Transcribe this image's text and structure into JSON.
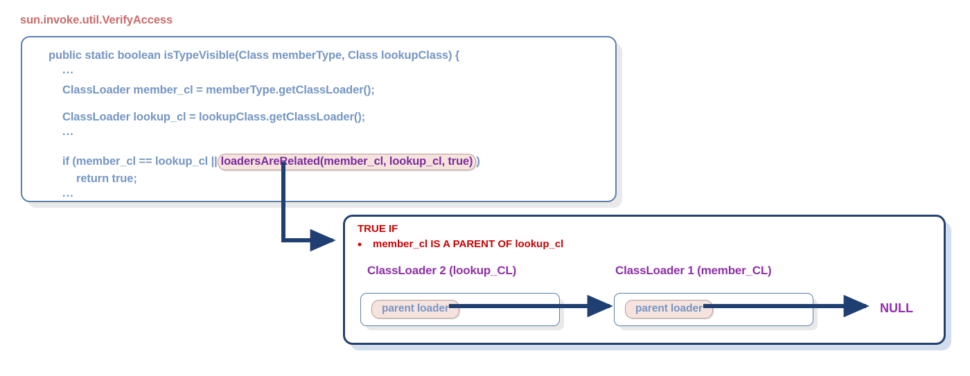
{
  "diagram": {
    "title": "sun.invoke.util.VerifyAccess",
    "colors": {
      "title": "#cc6b6b",
      "code_text": "#7596c4",
      "highlight_text": "#7b2c9e",
      "highlight_bg": "#f6e3de",
      "panel_border": "#5b7fae",
      "detail_border": "#24406f",
      "red": "#cc0000",
      "purple": "#8e2fa8",
      "arrow": "#1f3f73"
    },
    "code_panel": {
      "lines": [
        {
          "id": "signature",
          "indent": 0,
          "text": "public static boolean isTypeVisible(Class memberType, Class lookupClass) {"
        },
        {
          "id": "ellipsis-1",
          "indent": 1,
          "text": "..."
        },
        {
          "id": "member-cl",
          "indent": 1,
          "text": "ClassLoader member_cl = memberType.getClassLoader();"
        },
        {
          "id": "lookup-cl",
          "indent": 1,
          "text": "ClassLoader lookup_cl = lookupClass.getClassLoader();"
        },
        {
          "id": "ellipsis-2",
          "indent": 1,
          "text": "..."
        },
        {
          "id": "ellipsis-3",
          "indent": 1,
          "text": "..."
        }
      ],
      "if_statement": {
        "prefix": "if (member_cl == lookup_cl ||",
        "highlight": "loadersAreRelated(member_cl, lookup_cl, true)",
        "suffix": ")",
        "body": "return true;"
      }
    },
    "detail_panel": {
      "heading": "TRUE IF",
      "bullet": "member_cl IS A PARENT OF lookup_cl",
      "loaders": [
        {
          "label": "ClassLoader 2 (lookup_CL)",
          "pill": "parent loader"
        },
        {
          "label": "ClassLoader 1 (member_CL)",
          "pill": "parent loader"
        }
      ],
      "terminal": "NULL"
    }
  }
}
